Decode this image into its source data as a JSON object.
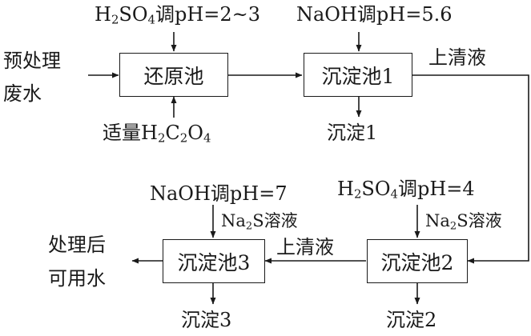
{
  "diagram": {
    "inputs": {
      "feed_line1": "预处理",
      "feed_line2": "废水",
      "output_line1": "处理后",
      "output_line2": "可用水"
    },
    "tanks": {
      "reduction": "还原池",
      "precip1": "沉淀池1",
      "precip2": "沉淀池2",
      "precip3": "沉淀池3"
    },
    "reagents": {
      "acid_ph23_suffix": "调pH=2~3",
      "naoh_ph56": "NaOH调pH=5.6",
      "oxalic_prefix": "适量",
      "acid_ph4_suffix": "调pH=4",
      "naoh_ph7": "NaOH调pH=7",
      "na2s_solution_suffix": "溶液"
    },
    "streams": {
      "supernatant_1": "上清液",
      "supernatant_2": "上清液"
    },
    "precipitates": {
      "p1": "沉淀1",
      "p2": "沉淀2",
      "p3": "沉淀3"
    }
  }
}
